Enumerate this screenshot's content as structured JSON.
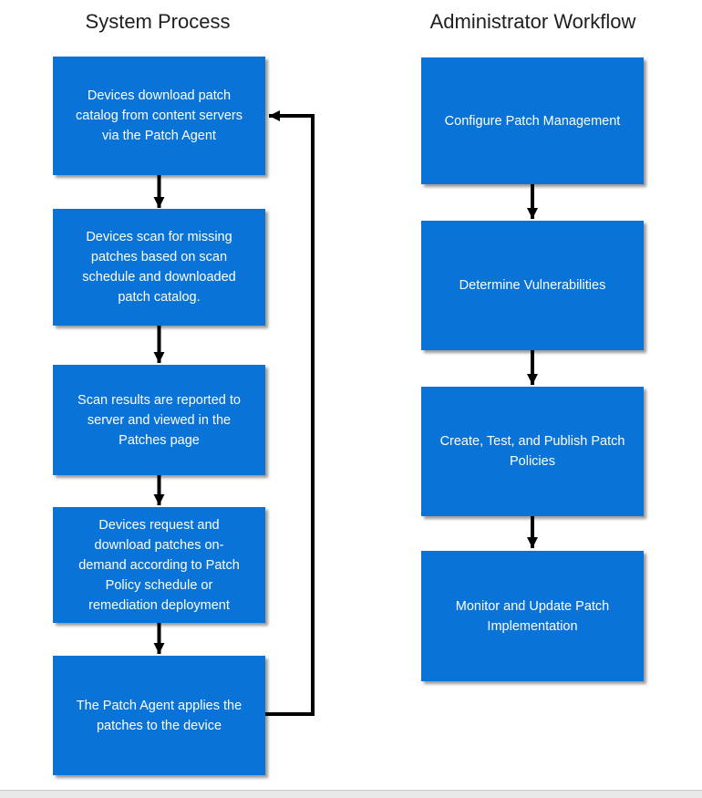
{
  "diagram": {
    "columns": [
      {
        "title": "System Process",
        "boxes": [
          {
            "label": "Devices download patch\ncatalog from content servers\nvia the Patch Agent"
          },
          {
            "label": "Devices scan for missing\npatches based on scan\nschedule and downloaded\npatch catalog."
          },
          {
            "label": "Scan results are reported to\nserver and viewed in the\nPatches page"
          },
          {
            "label": "Devices request and\ndownload patches on-\ndemand according to Patch\nPolicy schedule or\nremediation deployment"
          },
          {
            "label": "The Patch Agent applies the\npatches to the device"
          }
        ]
      },
      {
        "title": "Administrator Workflow",
        "boxes": [
          {
            "label": "Configure Patch Management"
          },
          {
            "label": "Determine Vulnerabilities"
          },
          {
            "label": "Create, Test, and Publish Patch\nPolicies"
          },
          {
            "label": "Monitor and Update Patch\nImplementation"
          }
        ]
      }
    ]
  },
  "colors": {
    "box_fill": "#0a73d7",
    "box_text": "#ffffff",
    "arrow": "#000000",
    "title_text": "#1f1f1f",
    "box_shadow": "#787878",
    "scrollbar_track": "#e9e9e9",
    "scrollbar_border": "#cccccc"
  }
}
